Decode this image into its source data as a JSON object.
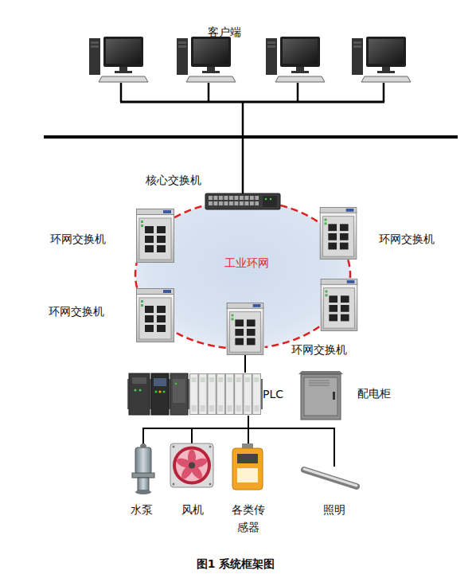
{
  "diagram": {
    "caption": "图1 系统框架图",
    "nodes": [
      {
        "text": [
          "核心交换机"
        ]
      },
      {
        "text": [
          "环网交换机"
        ]
      },
      {
        "text": [
          "环网交换机"
        ]
      },
      {
        "text": [
          "工业环网"
        ]
      },
      {
        "text": [
          "环网交换机"
        ]
      },
      {
        "text": [
          "环网交换机"
        ]
      },
      {
        "text": [
          "PLC"
        ]
      },
      {
        "text": [
          "配电柜"
        ]
      },
      {
        "text": [
          "水泵"
        ]
      },
      {
        "text": [
          "风机"
        ]
      },
      {
        "text": [
          "各类传 感器"
        ]
      },
      {
        "text": [
          "照明"
        ]
      }
    ],
    "edges": [
      {
        "from": 0,
        "to": 2,
        "arrow": "none"
      },
      {
        "from": 2,
        "to": 5,
        "arrow": "none"
      },
      {
        "from": 5,
        "to": 4,
        "arrow": "none"
      },
      {
        "from": 4,
        "to": 1,
        "arrow": "none"
      },
      {
        "from": 1,
        "to": 0,
        "arrow": "none"
      },
      {
        "from": 5,
        "to": 6,
        "arrow": "none"
      },
      {
        "from": 6,
        "to": 8,
        "arrow": "none"
      },
      {
        "from": 6,
        "to": 9,
        "arrow": "none"
      },
      {
        "from": 6,
        "to": 10,
        "arrow": "none"
      },
      {
        "from": 6,
        "to": 11,
        "arrow": "none"
      }
    ],
    "labels": [
      "客户端"
    ]
  }
}
